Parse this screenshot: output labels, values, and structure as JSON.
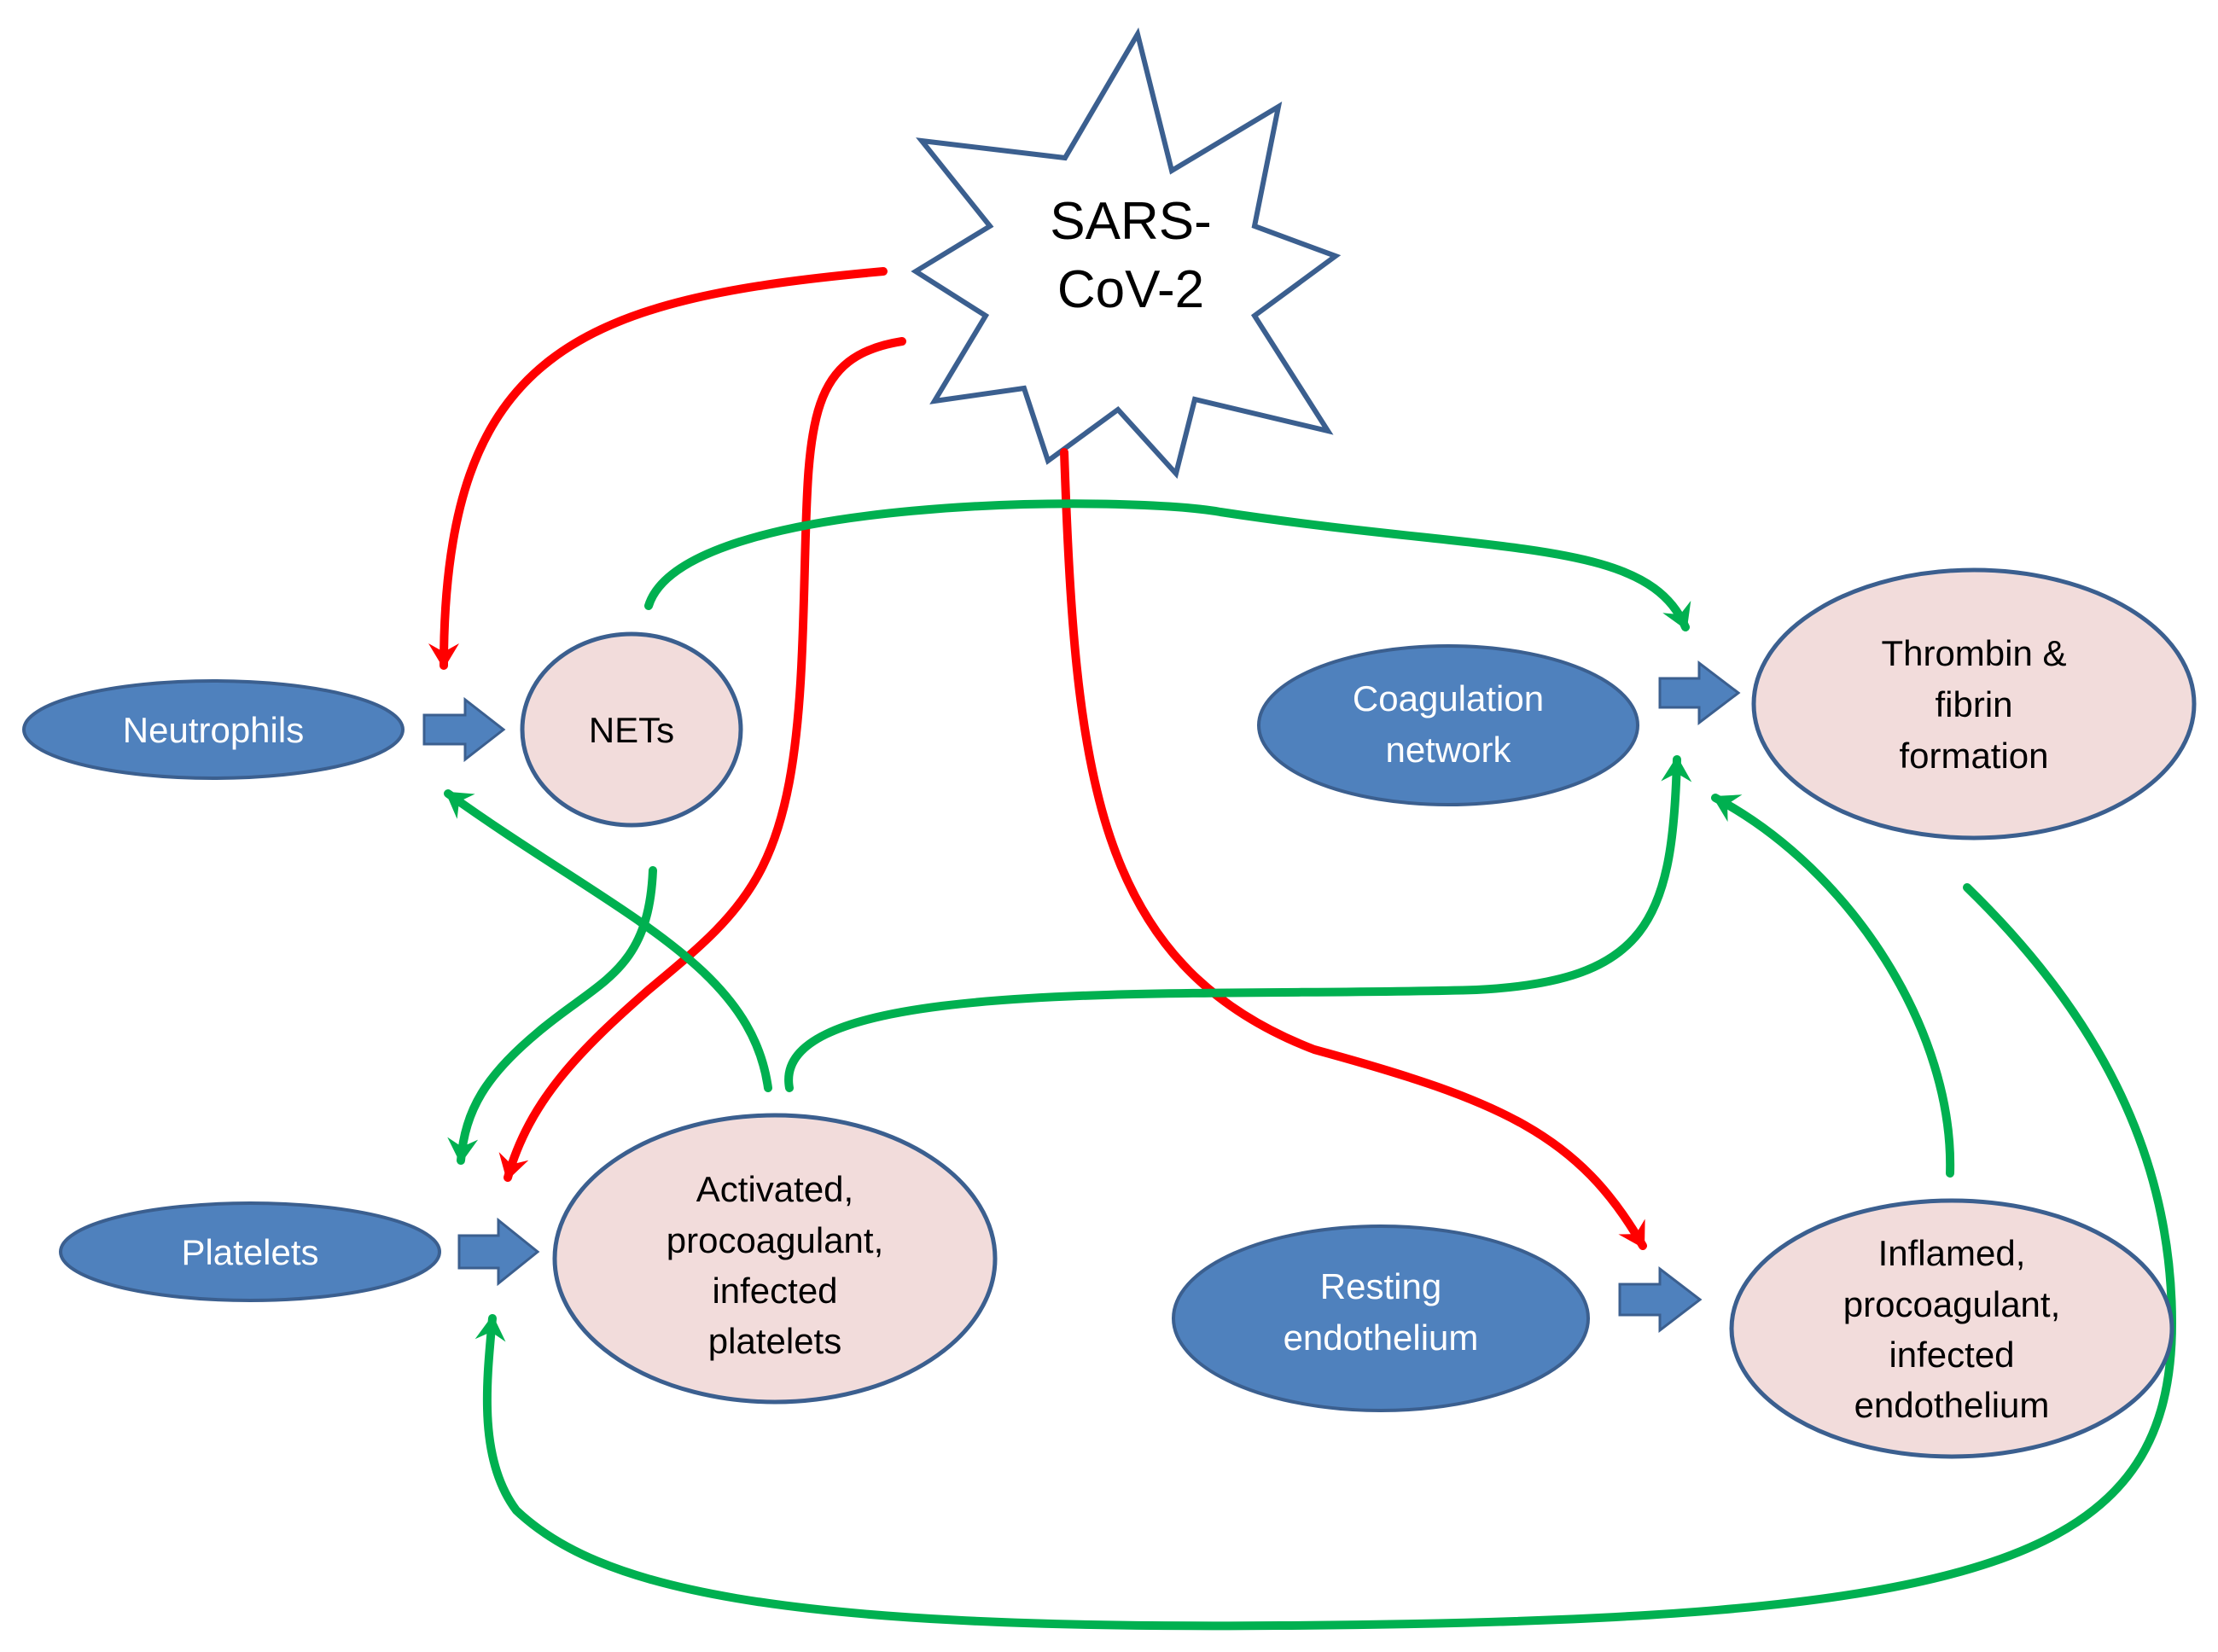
{
  "colors": {
    "blue_node": "#4f81bd",
    "pink_node": "#f2dcdb",
    "outline": "#3b5f8f",
    "red_arrow": "#ff0000",
    "green_arrow": "#00b050"
  },
  "virus": {
    "line1": "SARS-",
    "line2": "CoV-2"
  },
  "nodes": {
    "neutrophils": "Neutrophils",
    "nets": "NETs",
    "platelets": "Platelets",
    "activated_platelets": [
      "Activated,",
      "procoagulant,",
      "infected",
      "platelets"
    ],
    "coagulation": [
      "Coagulation",
      "network"
    ],
    "thrombin": [
      "Thrombin &",
      "fibrin",
      "formation"
    ],
    "endothelium": [
      "Resting",
      "endothelium"
    ],
    "inflamed": [
      "Inflamed,",
      "procoagulant,",
      "infected",
      "endothelium"
    ]
  }
}
